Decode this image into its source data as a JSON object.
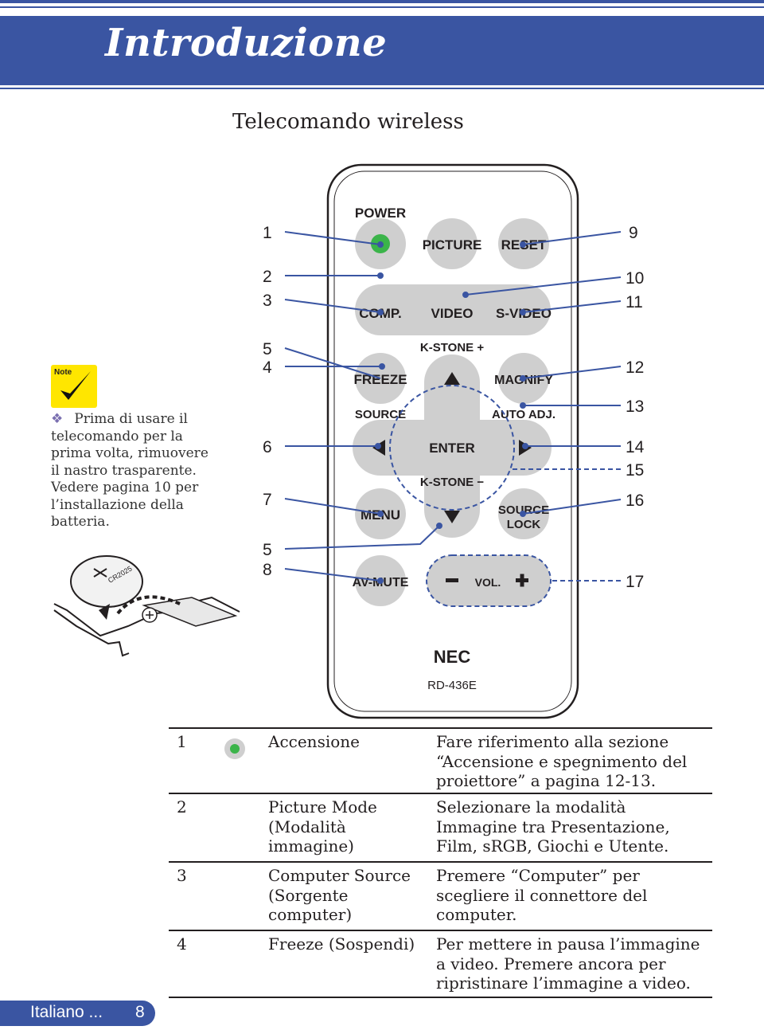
{
  "header": {
    "title": "Introduzione"
  },
  "section_title": "Telecomando wireless",
  "note": {
    "label": "Note",
    "text": "Prima di usare il telecomando per la prima volta, rimuovere il nastro trasparente. Vedere pagina 10 per l’installazione della batteria."
  },
  "battery_label": "CR2025",
  "remote": {
    "buttons": {
      "power": "POWER",
      "picture": "PICTURE",
      "reset": "RESET",
      "comp": "COMP.",
      "video": "VIDEO",
      "svideo": "S-VIDEO",
      "kstone_plus": "K-STONE +",
      "freeze": "FREEZE",
      "magnify": "MAGNIFY",
      "source": "SOURCE",
      "auto_adj": "AUTO ADJ.",
      "enter": "ENTER",
      "kstone_minus": "K-STONE −",
      "menu": "MENU",
      "source_lock_1": "SOURCE",
      "source_lock_2": "LOCK",
      "av_mute": "AV-MUTE",
      "vol": "VOL."
    },
    "brand": "NEC",
    "model": "RD-436E",
    "left_numbers": [
      "1",
      "2",
      "3",
      "5",
      "4",
      "6",
      "7",
      "5",
      "8"
    ],
    "right_numbers": [
      "9",
      "10",
      "11",
      "12",
      "13",
      "14",
      "15",
      "16",
      "17"
    ]
  },
  "table": {
    "rows": [
      {
        "num": "1",
        "name": "Accensione",
        "desc": "Fare riferimento alla sezione “Accensione e spegnimento del proiettore” a pagina 12-13."
      },
      {
        "num": "2",
        "name": "Picture Mode (Modalità immagine)",
        "desc": "Selezionare la modalità Immagine tra Presentazione, Film, sRGB, Giochi e Utente."
      },
      {
        "num": "3",
        "name": "Computer Source (Sorgente computer)",
        "desc": "Premere “Computer” per scegliere il connettore del computer."
      },
      {
        "num": "4",
        "name": "Freeze (Sospendi)",
        "desc": "Per mettere in pausa l’immagine a video. Premere ancora per ripristinare l’immagine a video."
      }
    ]
  },
  "footer": {
    "language": "Italiano ...",
    "page": "8"
  },
  "colors": {
    "brand_blue": "#3a55a2",
    "note_yellow": "#ffe600",
    "power_green": "#3bb44a",
    "button_gray": "#cfcfcf"
  }
}
